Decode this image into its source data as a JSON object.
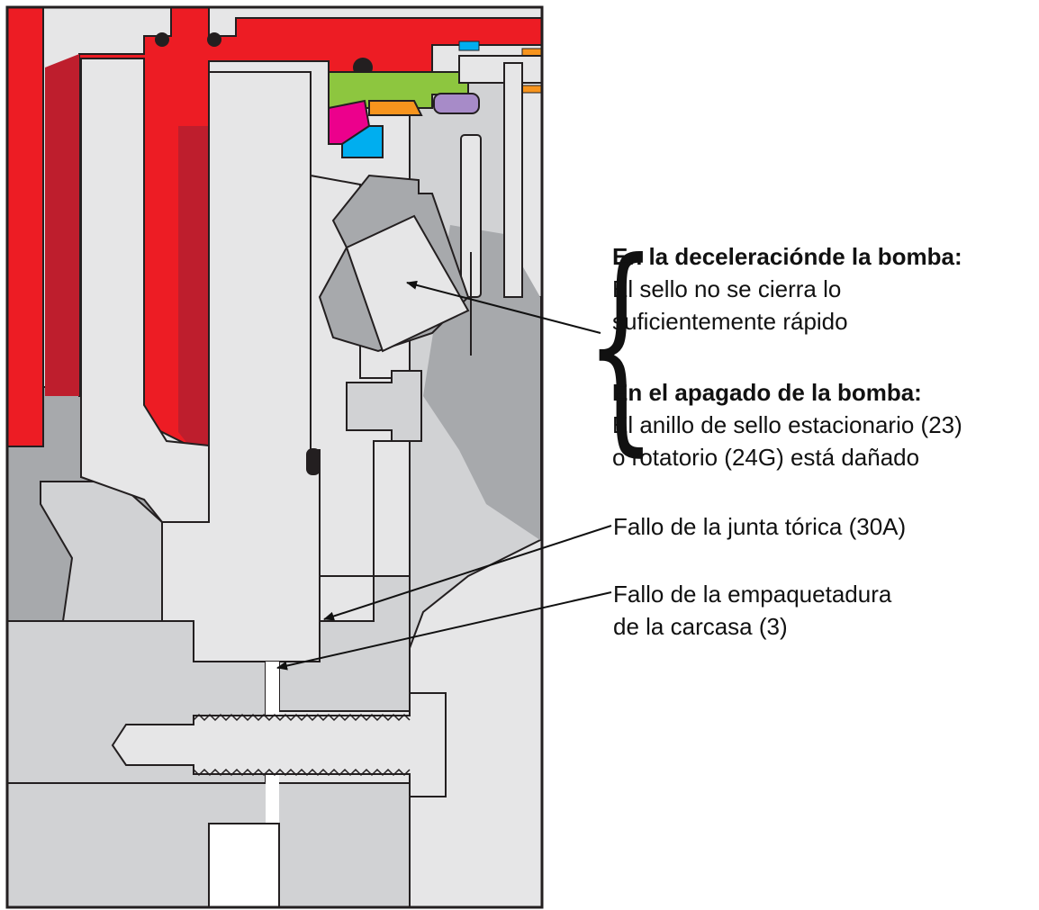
{
  "colors": {
    "red": "#ed1c24",
    "dark_red": "#be1e2d",
    "light_gray": "#e6e6e7",
    "mid_gray": "#d1d2d4",
    "dark_gray": "#a7a9ac",
    "green": "#8dc63f",
    "orange": "#f7941d",
    "magenta": "#ec008c",
    "cyan": "#00aeef",
    "purple": "#a78bc8",
    "outline": "#231f20"
  },
  "annotations": {
    "deceleration": {
      "title": "En la deceleraciónde la bomba:",
      "line1": "El sello no se cierra lo",
      "line2": "suficientemente rápido"
    },
    "shutdown": {
      "title": "En el apagado de la bomba:",
      "line1": "El anillo de sello estacionario (23)",
      "line2": "o rotatorio (24G) está dañado"
    },
    "oring_failure": "Fallo de la junta tórica (30A)",
    "gasket_failure": {
      "line1": "Fallo de la empaquetadura",
      "line2": "de la carcasa (3)"
    }
  }
}
